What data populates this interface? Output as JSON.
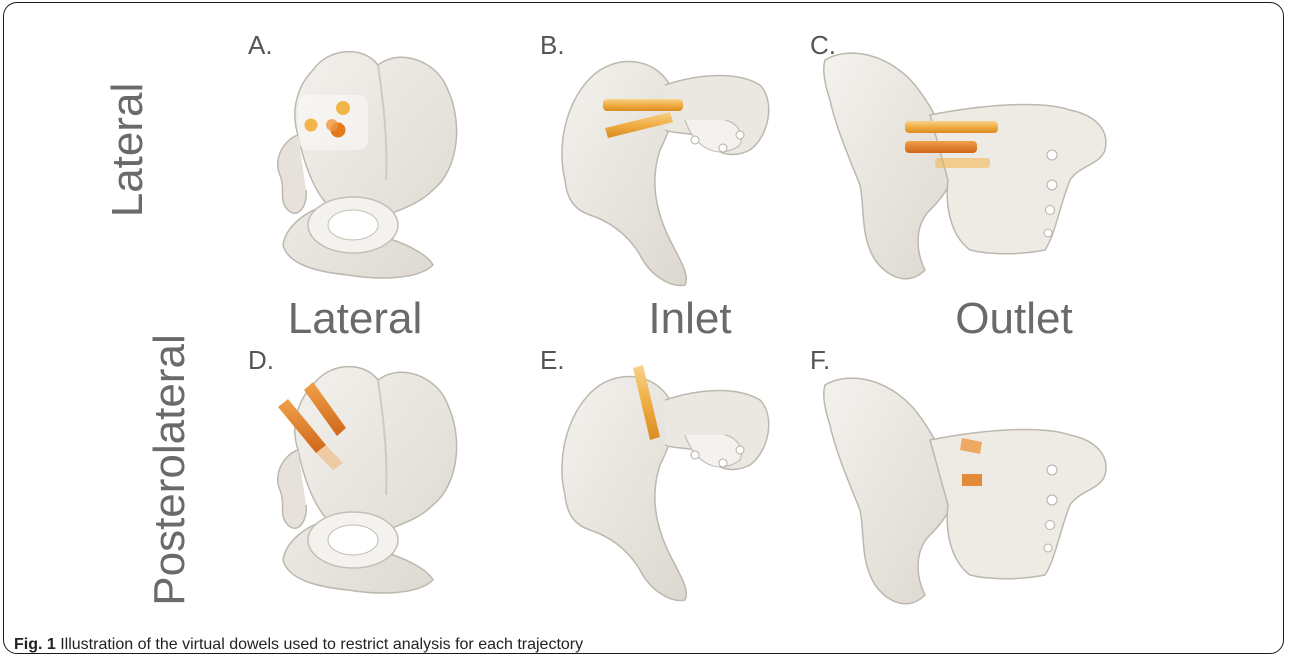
{
  "figure": {
    "row_labels": [
      "Lateral",
      "Posterolateral"
    ],
    "column_labels": [
      "Lateral",
      "Inlet",
      "Outlet"
    ],
    "panels": [
      {
        "letter": "A.",
        "view": "lateral",
        "trajectory": "lateral"
      },
      {
        "letter": "B.",
        "view": "inlet",
        "trajectory": "lateral"
      },
      {
        "letter": "C.",
        "view": "outlet",
        "trajectory": "lateral"
      },
      {
        "letter": "D.",
        "view": "lateral",
        "trajectory": "posterolateral"
      },
      {
        "letter": "E.",
        "view": "inlet",
        "trajectory": "posterolateral"
      },
      {
        "letter": "F.",
        "view": "outlet",
        "trajectory": "posterolateral"
      }
    ],
    "colors": {
      "bone_fill": "#ece9e3",
      "bone_stroke": "#bdb8ae",
      "dowel_light": "#f2b548",
      "dowel_dark": "#e27a1c"
    }
  },
  "caption": {
    "label": "Fig. 1",
    "text": " Illustration of the virtual dowels used to restrict analysis for each trajectory"
  }
}
